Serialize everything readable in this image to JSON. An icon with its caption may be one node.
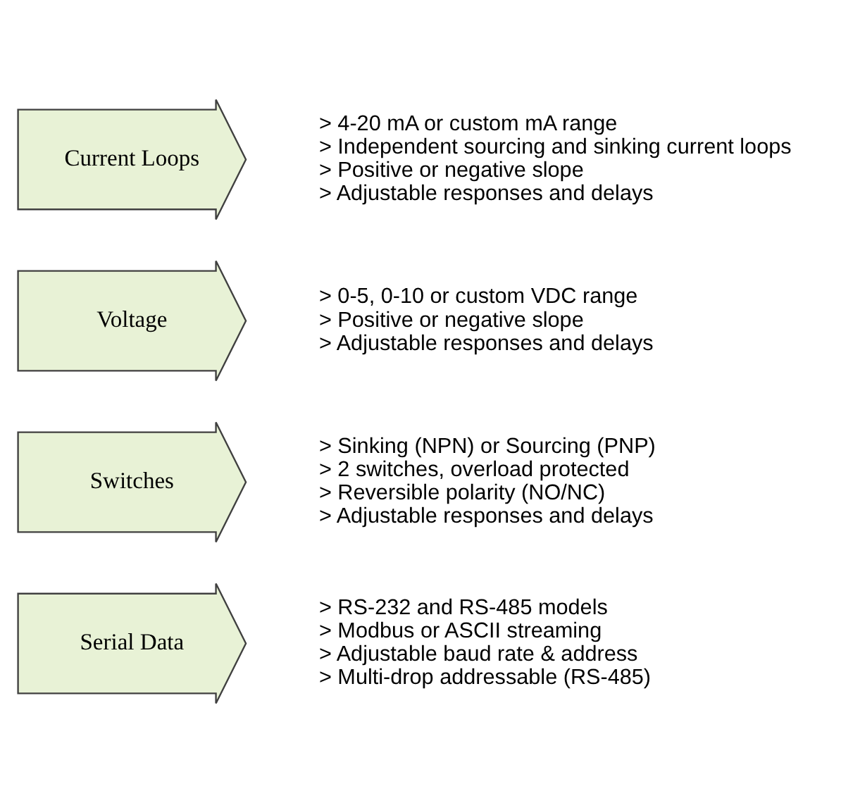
{
  "diagram": {
    "nodes": [
      {
        "text": [
          "Current Loops"
        ],
        "beside": [
          "> 4-20 mA or custom mA range",
          "> Independent sourcing and sinking current loops",
          "> Positive or negative slope",
          "> Adjustable responses and delays"
        ]
      },
      {
        "text": [
          "Voltage"
        ],
        "beside": [
          "> 0-5, 0-10 or custom VDC range",
          "> Positive or negative slope",
          "> Adjustable responses and delays"
        ]
      },
      {
        "text": [
          "Switches"
        ],
        "beside": [
          "> Sinking (NPN) or Sourcing (PNP)",
          "> 2 switches, overload protected",
          "> Reversible polarity (NO/NC)",
          "> Adjustable responses and delays"
        ]
      },
      {
        "text": [
          "Serial Data"
        ],
        "beside": [
          "> RS-232 and RS-485 models",
          "> Modbus or ASCII streaming",
          "> Adjustable baud rate & address",
          "> Multi-drop addressable (RS-485)"
        ]
      }
    ]
  }
}
